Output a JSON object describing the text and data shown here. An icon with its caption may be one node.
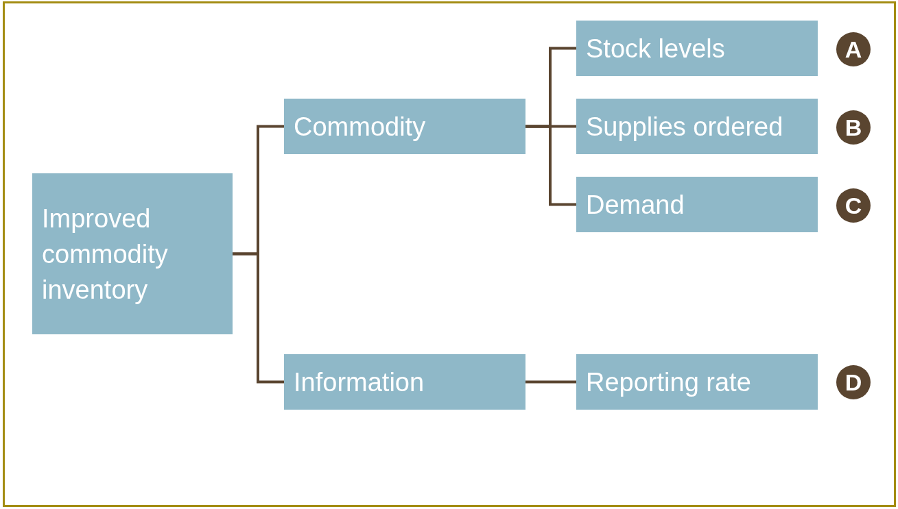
{
  "diagram": {
    "nodes": [
      {
        "text": [
          "Improved commodity inventory"
        ]
      },
      {
        "text": [
          "Commodity"
        ]
      },
      {
        "text": [
          "Information"
        ]
      },
      {
        "text": [
          "Stock levels"
        ]
      },
      {
        "text": [
          "Supplies ordered"
        ]
      },
      {
        "text": [
          "Demand"
        ]
      },
      {
        "text": [
          "Reporting rate"
        ]
      },
      {
        "text": [
          "A"
        ]
      },
      {
        "text": [
          "B"
        ]
      },
      {
        "text": [
          "C"
        ]
      },
      {
        "text": [
          "D"
        ]
      }
    ],
    "edges": [
      {
        "from": 0,
        "to": 1,
        "arrow": "none"
      },
      {
        "from": 0,
        "to": 2,
        "arrow": "none"
      },
      {
        "from": 1,
        "to": 3,
        "arrow": "none"
      },
      {
        "from": 1,
        "to": 4,
        "arrow": "none"
      },
      {
        "from": 1,
        "to": 5,
        "arrow": "none"
      },
      {
        "from": 2,
        "to": 6,
        "arrow": "none"
      }
    ]
  }
}
